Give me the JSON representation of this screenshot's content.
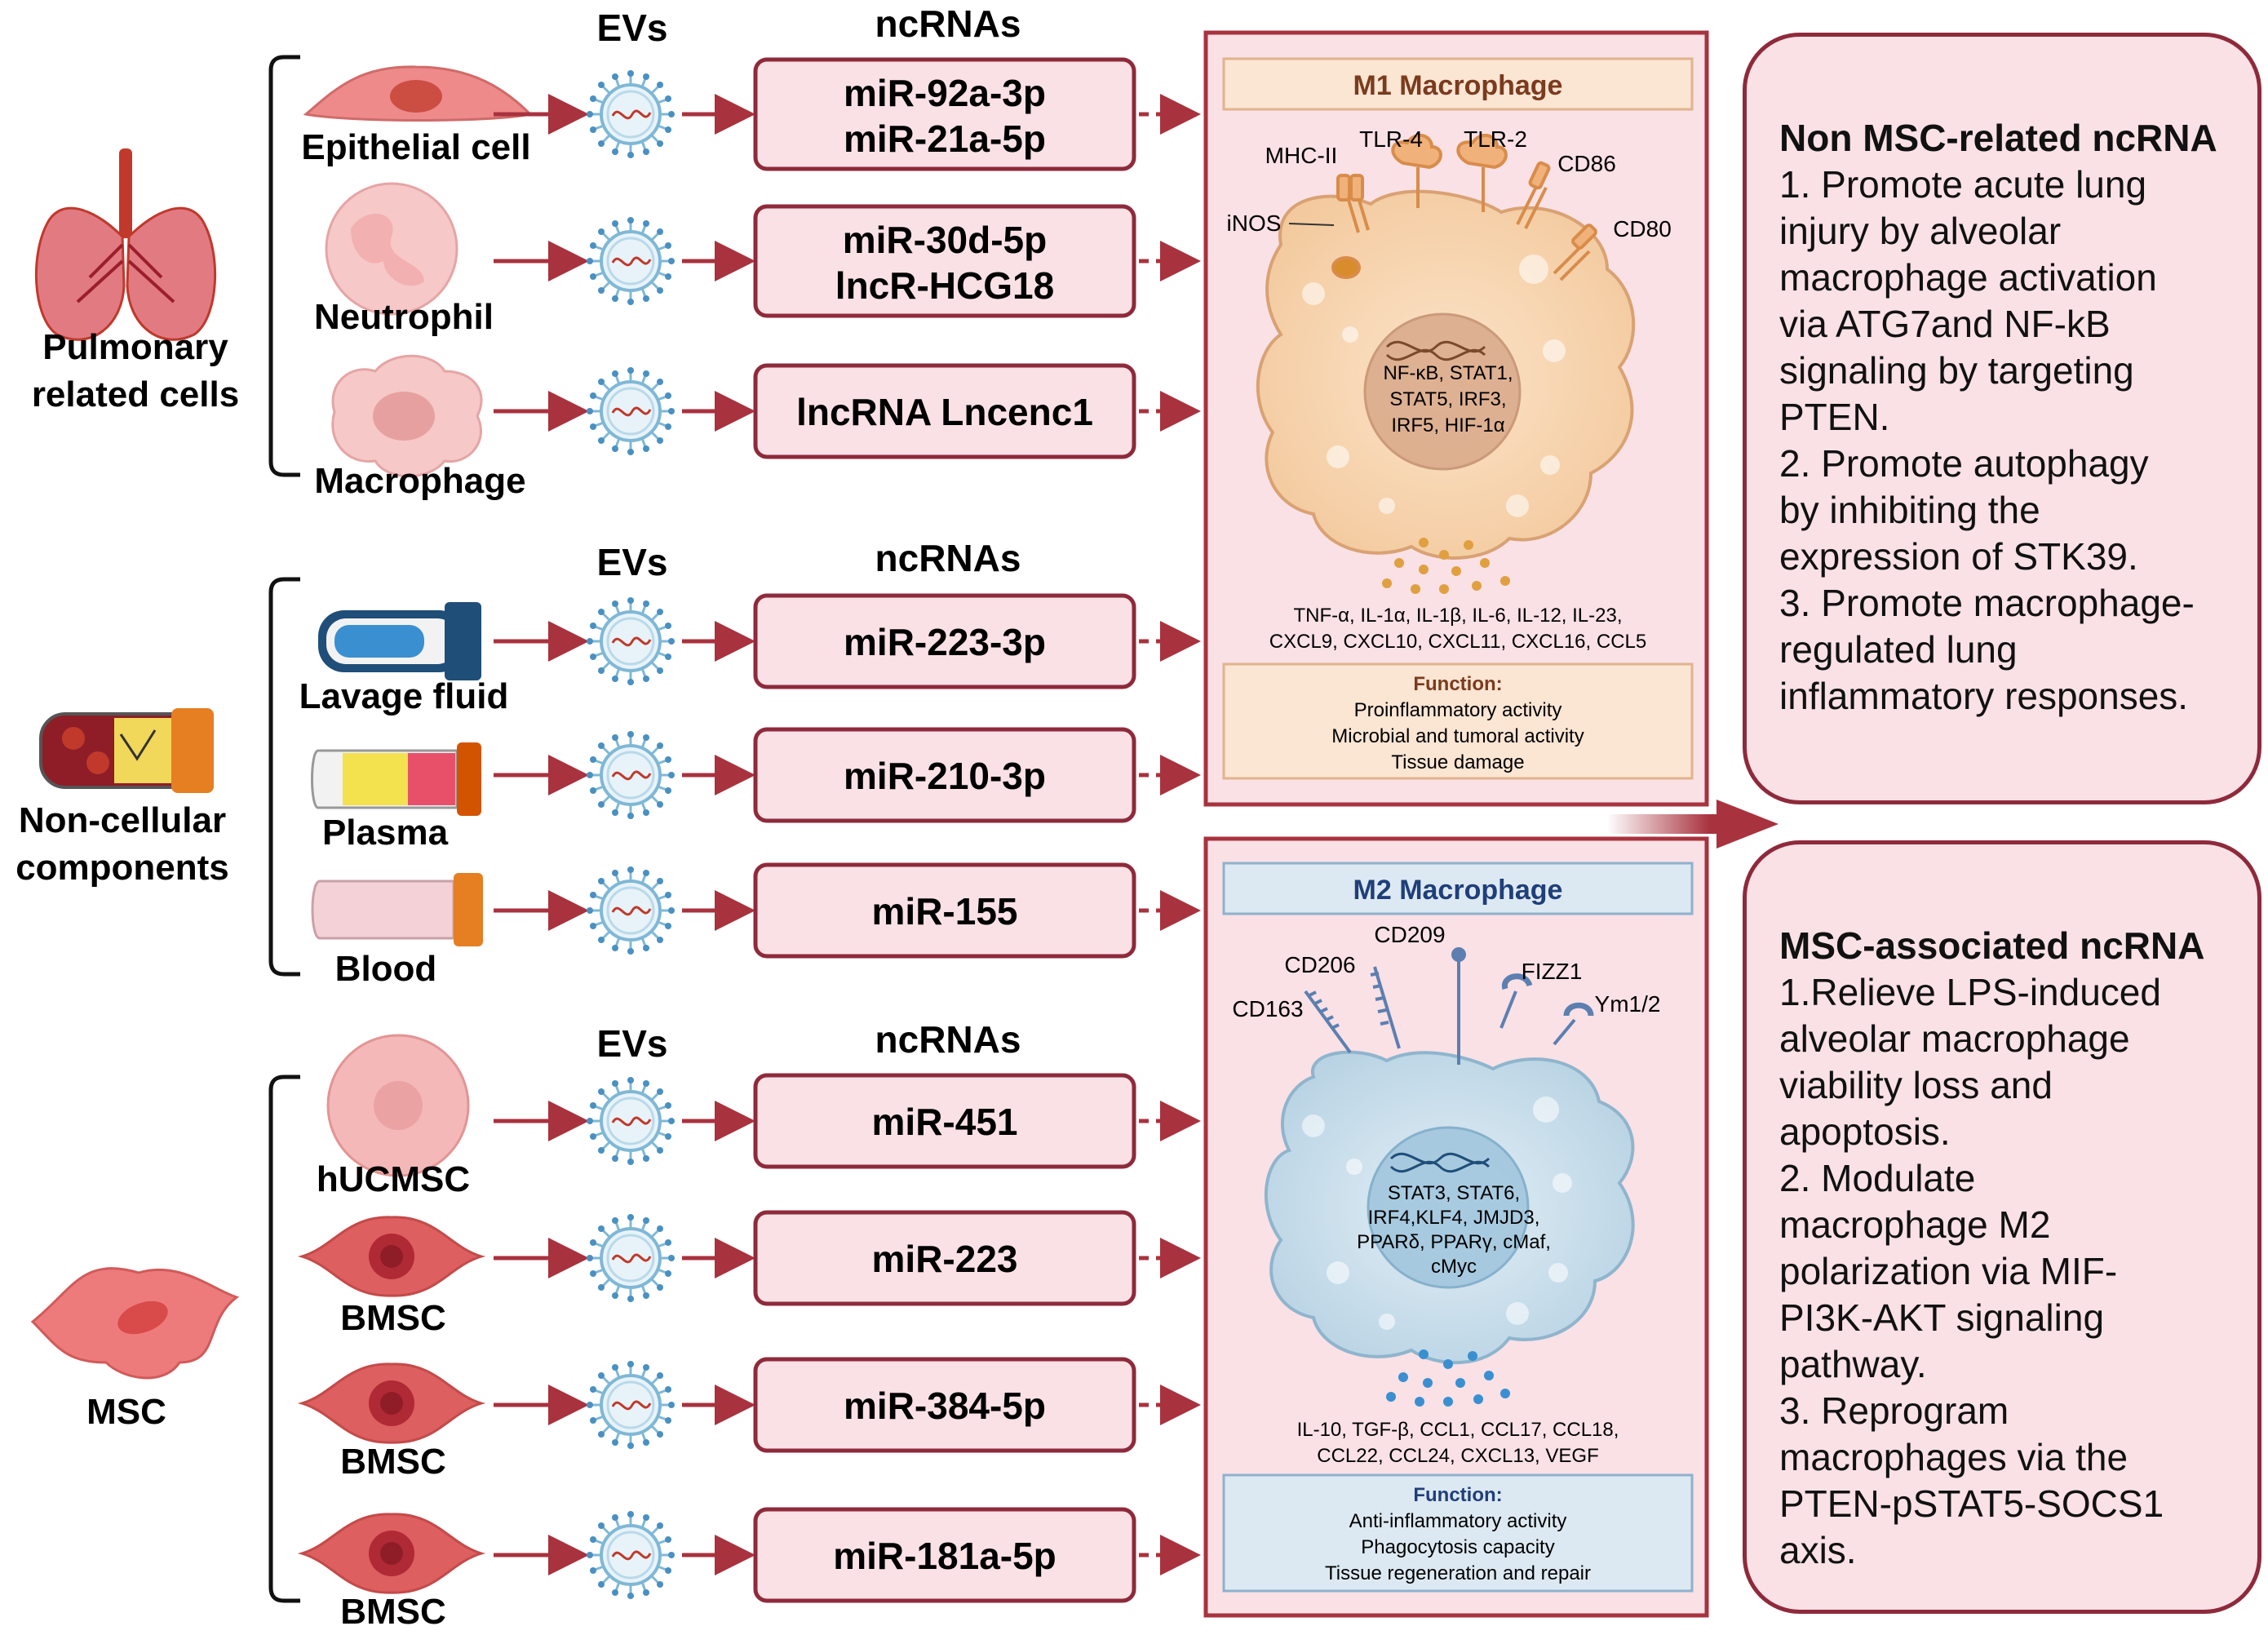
{
  "headers": {
    "evs": "EVs",
    "ncrnas": "ncRNAs"
  },
  "groups": [
    {
      "label_lines": [
        "Pulmonary",
        "related cells"
      ],
      "icon": "lungs-icon",
      "sources": [
        {
          "label": "Epithelial cell",
          "icon": "epithelial-cell-icon",
          "rna_lines": [
            "miR-92a-3p",
            "miR-21a-5p"
          ]
        },
        {
          "label": "Neutrophil",
          "icon": "neutrophil-icon",
          "rna_lines": [
            "miR-30d-5p",
            "lncR-HCG18"
          ]
        },
        {
          "label": "Macrophage",
          "icon": "macrophage-icon",
          "rna_lines": [
            "lncRNA Lncenc1"
          ]
        }
      ]
    },
    {
      "label_lines": [
        "Non-cellular",
        "components"
      ],
      "icon": "blood-tube-icon",
      "sources": [
        {
          "label": "Lavage fluid",
          "icon": "lavage-tube-icon",
          "rna_lines": [
            "miR-223-3p"
          ]
        },
        {
          "label": "Plasma",
          "icon": "plasma-tube-icon",
          "rna_lines": [
            "miR-210-3p"
          ]
        },
        {
          "label": "Blood",
          "icon": "blood-tube-icon",
          "rna_lines": [
            "miR-155"
          ]
        }
      ]
    },
    {
      "label_lines": [
        "MSC"
      ],
      "icon": "msc-cell-icon",
      "sources": [
        {
          "label": "hUCMSC",
          "icon": "hucmsc-cell-icon",
          "rna_lines": [
            "miR-451"
          ]
        },
        {
          "label": "BMSC",
          "icon": "bmsc-cell-icon",
          "rna_lines": [
            "miR-223"
          ]
        },
        {
          "label": "BMSC",
          "icon": "bmsc-cell-icon",
          "rna_lines": [
            "miR-384-5p"
          ]
        },
        {
          "label": "BMSC",
          "icon": "bmsc-cell-icon",
          "rna_lines": [
            "miR-181a-5p"
          ]
        }
      ]
    }
  ],
  "m1": {
    "title": "M1 Macrophage",
    "receptors": [
      "MHC-II",
      "TLR-4",
      "TLR-2",
      "CD86",
      "CD80",
      "iNOS"
    ],
    "nucleus_lines": [
      "NF-κB, STAT1,",
      "STAT5, IRF3,",
      "IRF5, HIF-1α"
    ],
    "cytokine_lines": [
      "TNF-α, IL-1α, IL-1β, IL-6, IL-12, IL-23,",
      "CXCL9, CXCL10, CXCL11, CXCL16, CCL5"
    ],
    "function_title": "Function:",
    "function_lines": [
      "Proinflammatory activity",
      "Microbial and tumoral activity",
      "Tissue damage"
    ]
  },
  "m2": {
    "title": "M2 Macrophage",
    "receptors": [
      "CD209",
      "CD206",
      "FIZZ1",
      "CD163",
      "Ym1/2"
    ],
    "nucleus_lines": [
      "STAT3, STAT6,",
      "IRF4,KLF4, JMJD3,",
      "PPARδ, PPARγ, cMaf,",
      "cMyc"
    ],
    "cytokine_lines": [
      "IL-10, TGF-β, CCL1, CCL17, CCL18,",
      "CCL22, CCL24, CXCL13, VEGF"
    ],
    "function_title": "Function:",
    "function_lines": [
      "Anti-inflammatory activity",
      "Phagocytosis capacity",
      "Tissue regeneration and repair"
    ]
  },
  "panels": {
    "non_msc": {
      "title": "Non MSC-related ncRNA",
      "lines": [
        "1. Promote acute lung",
        "injury by alveolar",
        "macrophage activation",
        "via ATG7and NF-kB",
        "signaling by targeting",
        "PTEN.",
        "2. Promote autophagy",
        "by inhibiting the",
        "expression of STK39.",
        "3. Promote macrophage-",
        "regulated lung",
        "inflammatory responses."
      ]
    },
    "msc": {
      "title": "MSC-associated ncRNA",
      "lines": [
        "1.Relieve LPS-induced",
        "alveolar macrophage",
        "viability loss and",
        "apoptosis.",
        "2. Modulate",
        "macrophage M2",
        "polarization via MIF-",
        "PI3K-AKT signaling",
        "pathway.",
        "3. Reprogram",
        "macrophages via the",
        "PTEN-pSTAT5-SOCS1",
        "axis."
      ]
    }
  },
  "colors": {
    "maroon": "#8e2a3b",
    "rna_box_fill": "#f9e1e6",
    "m1_cell": "#f8d6b4",
    "m2_cell": "#cfe3ee",
    "arrow": "#a8323e"
  }
}
